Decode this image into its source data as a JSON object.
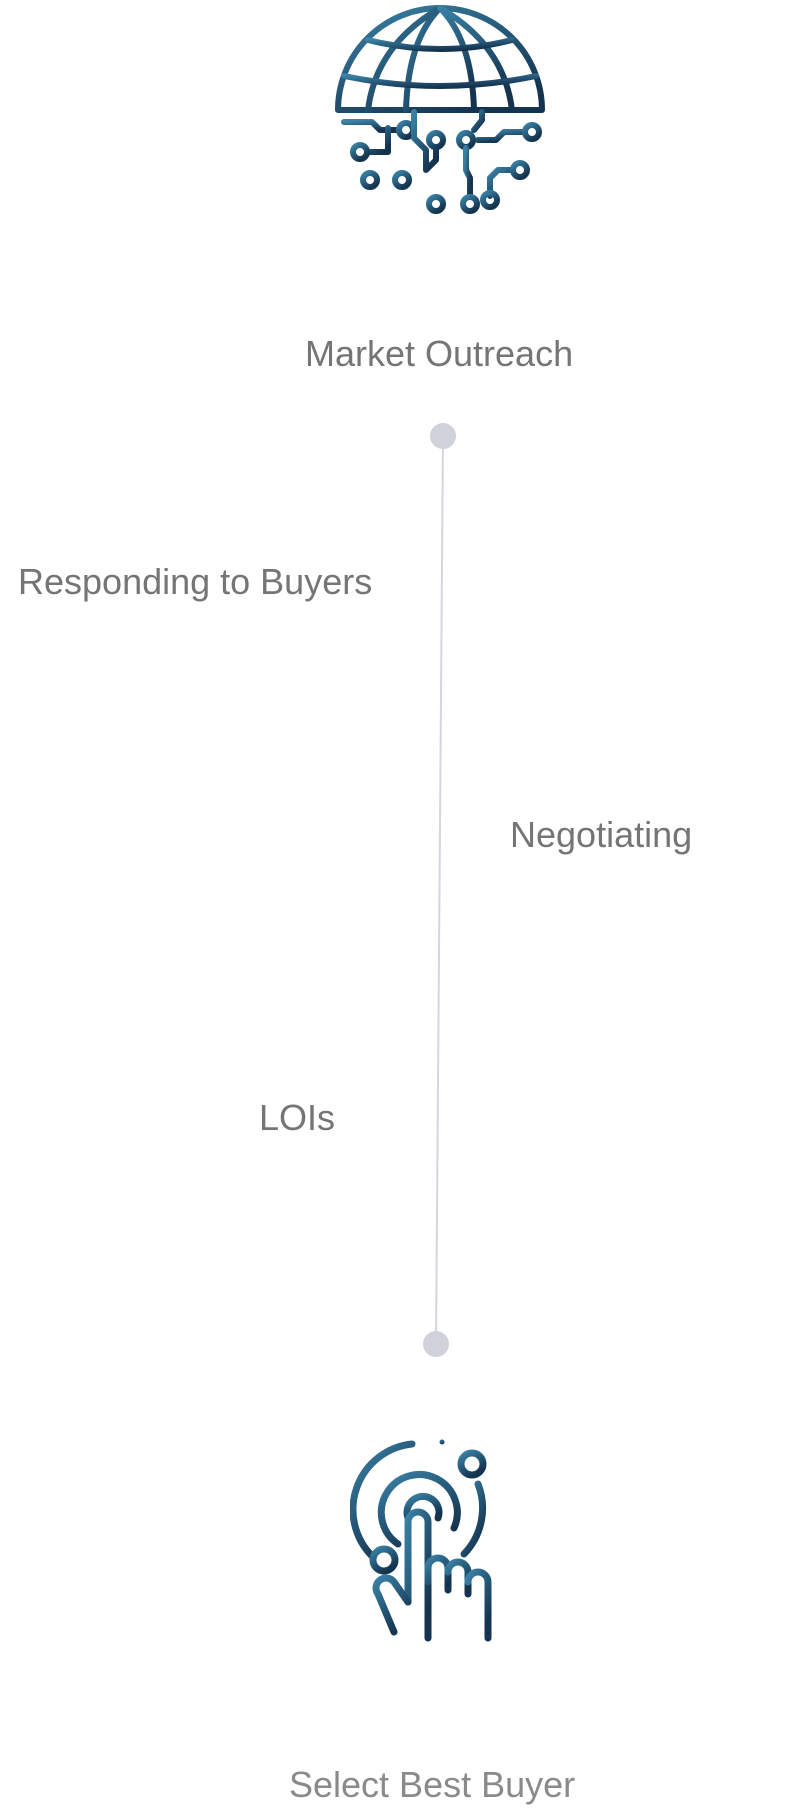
{
  "steps": {
    "market_outreach": "Market Outreach",
    "responding": "Responding to Buyers",
    "negotiating": "Negotiating",
    "lois": "LOIs",
    "select_buyer": "Select Best Buyer"
  },
  "icons": {
    "top": "globe-circuit-icon",
    "bottom": "hand-tap-target-icon"
  },
  "colors": {
    "icon_gradient_start": "#3a82a6",
    "icon_gradient_end": "#14334f",
    "timeline_line": "#d3d6dc",
    "timeline_node": "#cfd3d9",
    "label_text": "#757575"
  }
}
